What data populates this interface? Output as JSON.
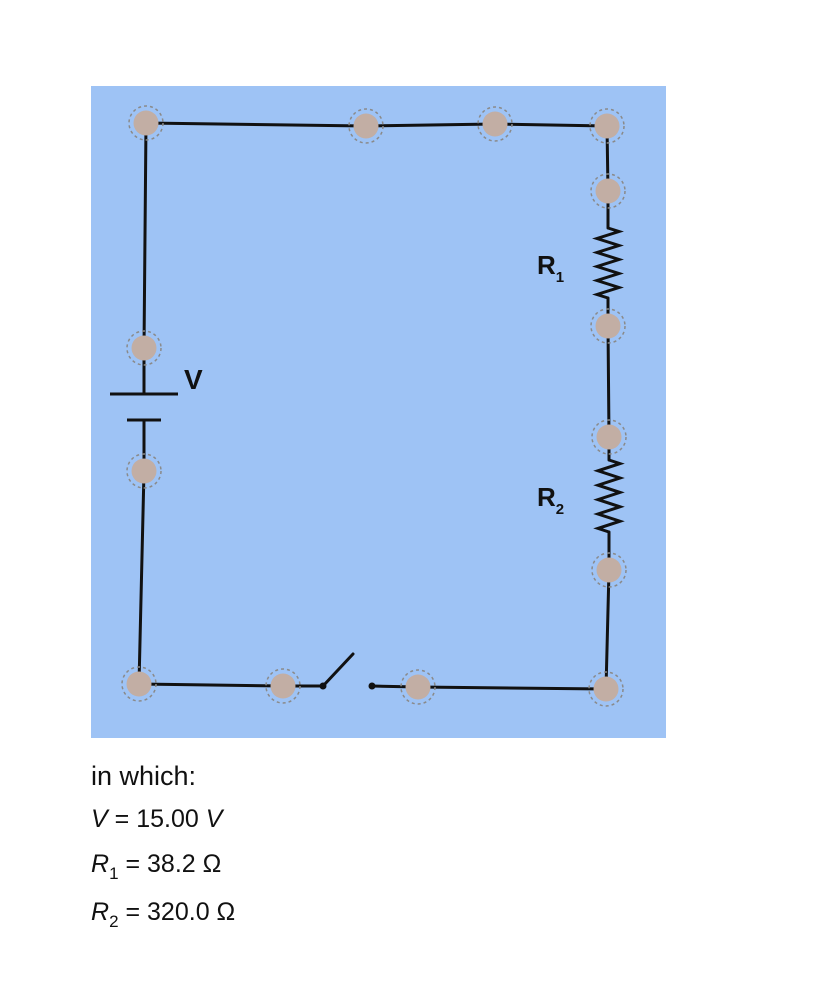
{
  "circuit": {
    "background": "#9ec3f5",
    "wire_color": "#111111",
    "node_fill": "#c2aea4",
    "node_ring": "#8a8a8a",
    "labels": {
      "source": "V",
      "r1_main": "R",
      "r1_sub": "1",
      "r2_main": "R",
      "r2_sub": "2"
    }
  },
  "legend": {
    "intro": "in which:",
    "rows": [
      {
        "symbol": "V",
        "sub": "",
        "eq": " = ",
        "value": "15.00",
        "unit": "V",
        "unit_italic": true
      },
      {
        "symbol": "R",
        "sub": "1",
        "eq": " = ",
        "value": "38.2",
        "unit": "Ω",
        "unit_italic": false
      },
      {
        "symbol": "R",
        "sub": "2",
        "eq": " = ",
        "value": "320.0",
        "unit": "Ω",
        "unit_italic": false
      }
    ]
  }
}
